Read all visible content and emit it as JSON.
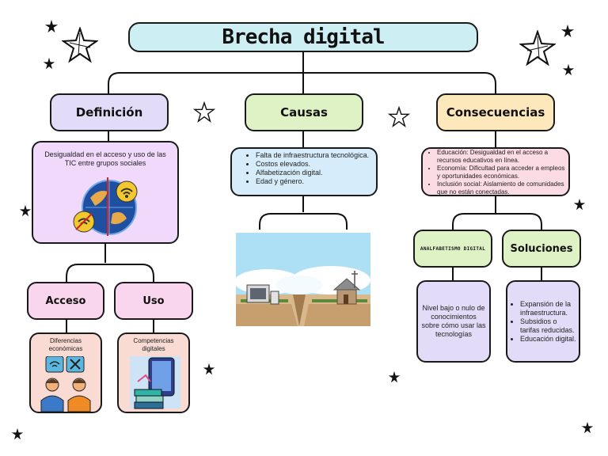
{
  "title": "Brecha digital",
  "nodes": {
    "definicion": {
      "label": "Definición",
      "text": "Desigualdad en el acceso y uso de las TIC entre grupos sociales"
    },
    "causas": {
      "label": "Causas",
      "items": [
        "Falta de infraestructura tecnológica.",
        "Costos elevados.",
        "Alfabetización digital.",
        "Edad y género."
      ]
    },
    "consecuencias": {
      "label": "Consecuencias",
      "items": [
        "Educación: Desigualdad en el acceso a recursos educativos en línea.",
        "Economía: Dificultad para acceder a empleos y oportunidades económicas.",
        "Inclusión social: Aislamiento de comunidades que no están conectadas."
      ]
    },
    "acceso": {
      "label": "Acceso",
      "text": "Diferencias económicas"
    },
    "uso": {
      "label": "Uso",
      "text": "Competencias digitales"
    },
    "analfabetismo": {
      "label": "ANALFABETISMO DIGITAL",
      "text": "Nivel bajo o  nulo de conocimientos sobre cómo usar las tecnologías"
    },
    "soluciones": {
      "label": "Soluciones",
      "items": [
        "Expansión de la infraestructura.",
        "Subsidios o tarifas reducidas.",
        "Educación digital."
      ]
    }
  },
  "colors": {
    "title_bg": "#cdeff3",
    "lavender": "#e3dcf8",
    "green": "#dff2c6",
    "peach": "#fde8bc",
    "pink": "#f9d6ee",
    "light_blue": "#d6ecfa",
    "light_pink": "#fbdbe4",
    "salmon": "#f9dbd3"
  }
}
